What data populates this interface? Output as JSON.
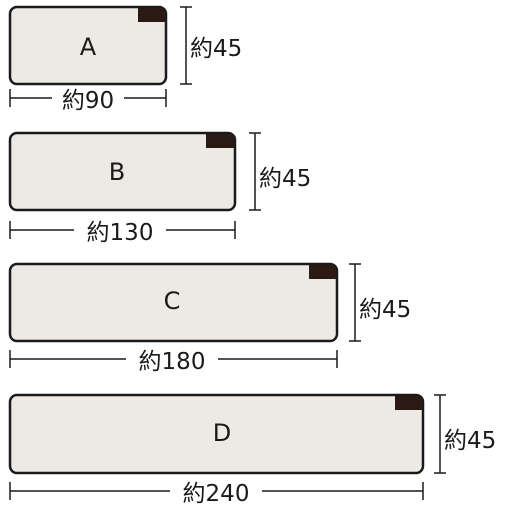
{
  "panels": [
    {
      "letter": "A",
      "width_label": "約90",
      "height_label": "約45"
    },
    {
      "letter": "B",
      "width_label": "約130",
      "height_label": "約45"
    },
    {
      "letter": "C",
      "width_label": "約180",
      "height_label": "約45"
    },
    {
      "letter": "D",
      "width_label": "約240",
      "height_label": "約45"
    }
  ],
  "colors": {
    "panel_fill": "#ede9e4",
    "outline": "#1a1a1a",
    "corner_tab": "#2b1a14"
  }
}
